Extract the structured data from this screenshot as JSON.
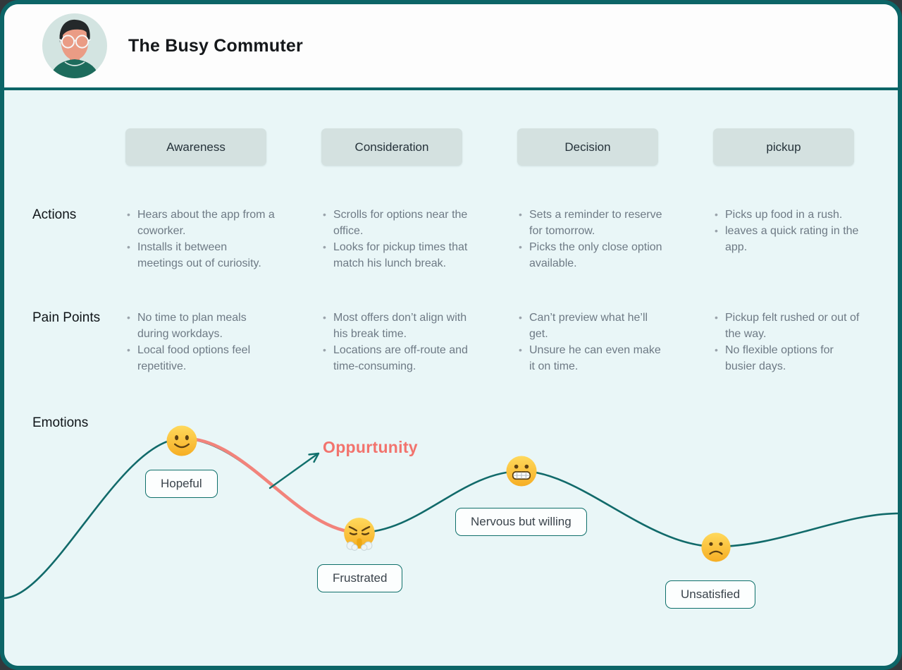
{
  "header": {
    "title": "The Busy Commuter",
    "avatar": "male-persona-with-glasses"
  },
  "row_labels": {
    "actions": "Actions",
    "pain_points": "Pain Points",
    "emotions": "Emotions"
  },
  "stages": [
    {
      "label": "Awareness",
      "actions": [
        "Hears about the app from a coworker.",
        "Installs it between meetings out of curiosity."
      ],
      "pain_points": [
        "No time to plan meals during workdays.",
        "Local food options feel repetitive."
      ]
    },
    {
      "label": "Consideration",
      "actions": [
        "Scrolls for options near the office.",
        "Looks for pickup times that match his lunch break."
      ],
      "pain_points": [
        "Most offers don’t align with his break time.",
        "Locations are off-route and time-consuming."
      ]
    },
    {
      "label": "Decision",
      "actions": [
        "Sets a reminder to reserve for tomorrow.",
        "Picks the only close option available."
      ],
      "pain_points": [
        "Can’t preview what he’ll get.",
        "Unsure he can even make it on time."
      ]
    },
    {
      "label": "pickup",
      "actions": [
        "Picks up food in a rush.",
        "leaves a quick rating in the app."
      ],
      "pain_points": [
        "Pickup felt rushed or out of the way.",
        "No flexible options for busier days."
      ]
    }
  ],
  "emotions": {
    "annotation": "Oppurtunity",
    "points": [
      {
        "label": "Hopeful",
        "emoji": "slightly-smiling-face"
      },
      {
        "label": "Frustrated",
        "emoji": "face-with-steam-from-nose"
      },
      {
        "label": "Nervous but willing",
        "emoji": "grimacing-face"
      },
      {
        "label": "Unsatisfied",
        "emoji": "slightly-frowning-face"
      }
    ]
  },
  "colors": {
    "border_teal": "#0c6567",
    "curve_teal": "#116a6a",
    "curve_negative_red": "#f2837b",
    "annotation_red": "#f2736d",
    "chip_bg": "#d4e1e0",
    "main_bg": "#e9f6f7",
    "header_bg": "#fdfdfd"
  }
}
